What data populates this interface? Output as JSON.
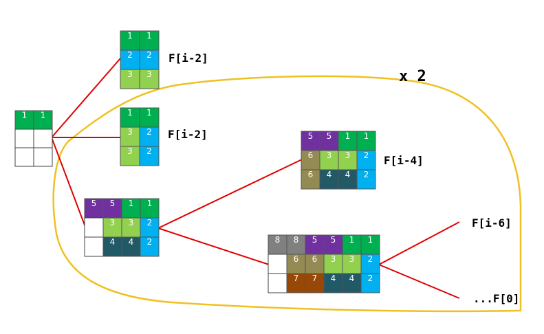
{
  "multiplier": "x 2",
  "colors": {
    "c1": "#00b050",
    "c2": "#00b0f0",
    "c3": "#92d050",
    "c4": "#215967",
    "c5": "#7030a0",
    "c6": "#948a54",
    "c7": "#974706",
    "c8": "#808080",
    "empty": "#ffffff",
    "edge": "#e00000",
    "loop": "#f0c020"
  },
  "grids": [
    {
      "name": "grid-root",
      "rows": [
        [
          "1",
          "1"
        ],
        [
          "",
          ""
        ],
        [
          "",
          ""
        ]
      ]
    },
    {
      "name": "grid-top",
      "rows": [
        [
          "1",
          "1"
        ],
        [
          "2",
          "2"
        ],
        [
          "3",
          "3"
        ]
      ]
    },
    {
      "name": "grid-mid",
      "rows": [
        [
          "1",
          "1"
        ],
        [
          "3",
          "2"
        ],
        [
          "3",
          "2"
        ]
      ]
    },
    {
      "name": "grid-left-low",
      "rows": [
        [
          "5",
          "5",
          "1",
          "1"
        ],
        [
          "",
          "3",
          "3",
          "2"
        ],
        [
          "",
          "4",
          "4",
          "2"
        ]
      ]
    },
    {
      "name": "grid-right-top",
      "rows": [
        [
          "5",
          "5",
          "1",
          "1"
        ],
        [
          "6",
          "3",
          "3",
          "2"
        ],
        [
          "6",
          "4",
          "4",
          "2"
        ]
      ]
    },
    {
      "name": "grid-right-low",
      "rows": [
        [
          "8",
          "8",
          "5",
          "5",
          "1",
          "1"
        ],
        [
          "",
          "6",
          "6",
          "3",
          "3",
          "2"
        ],
        [
          "",
          "7",
          "7",
          "4",
          "4",
          "2"
        ]
      ]
    }
  ],
  "labels": {
    "top": "F[i-2]",
    "mid": "F[i-2]",
    "right_top": "F[i-4]",
    "far_top": "F[i-6]",
    "far_bottom": "...F[0]"
  }
}
